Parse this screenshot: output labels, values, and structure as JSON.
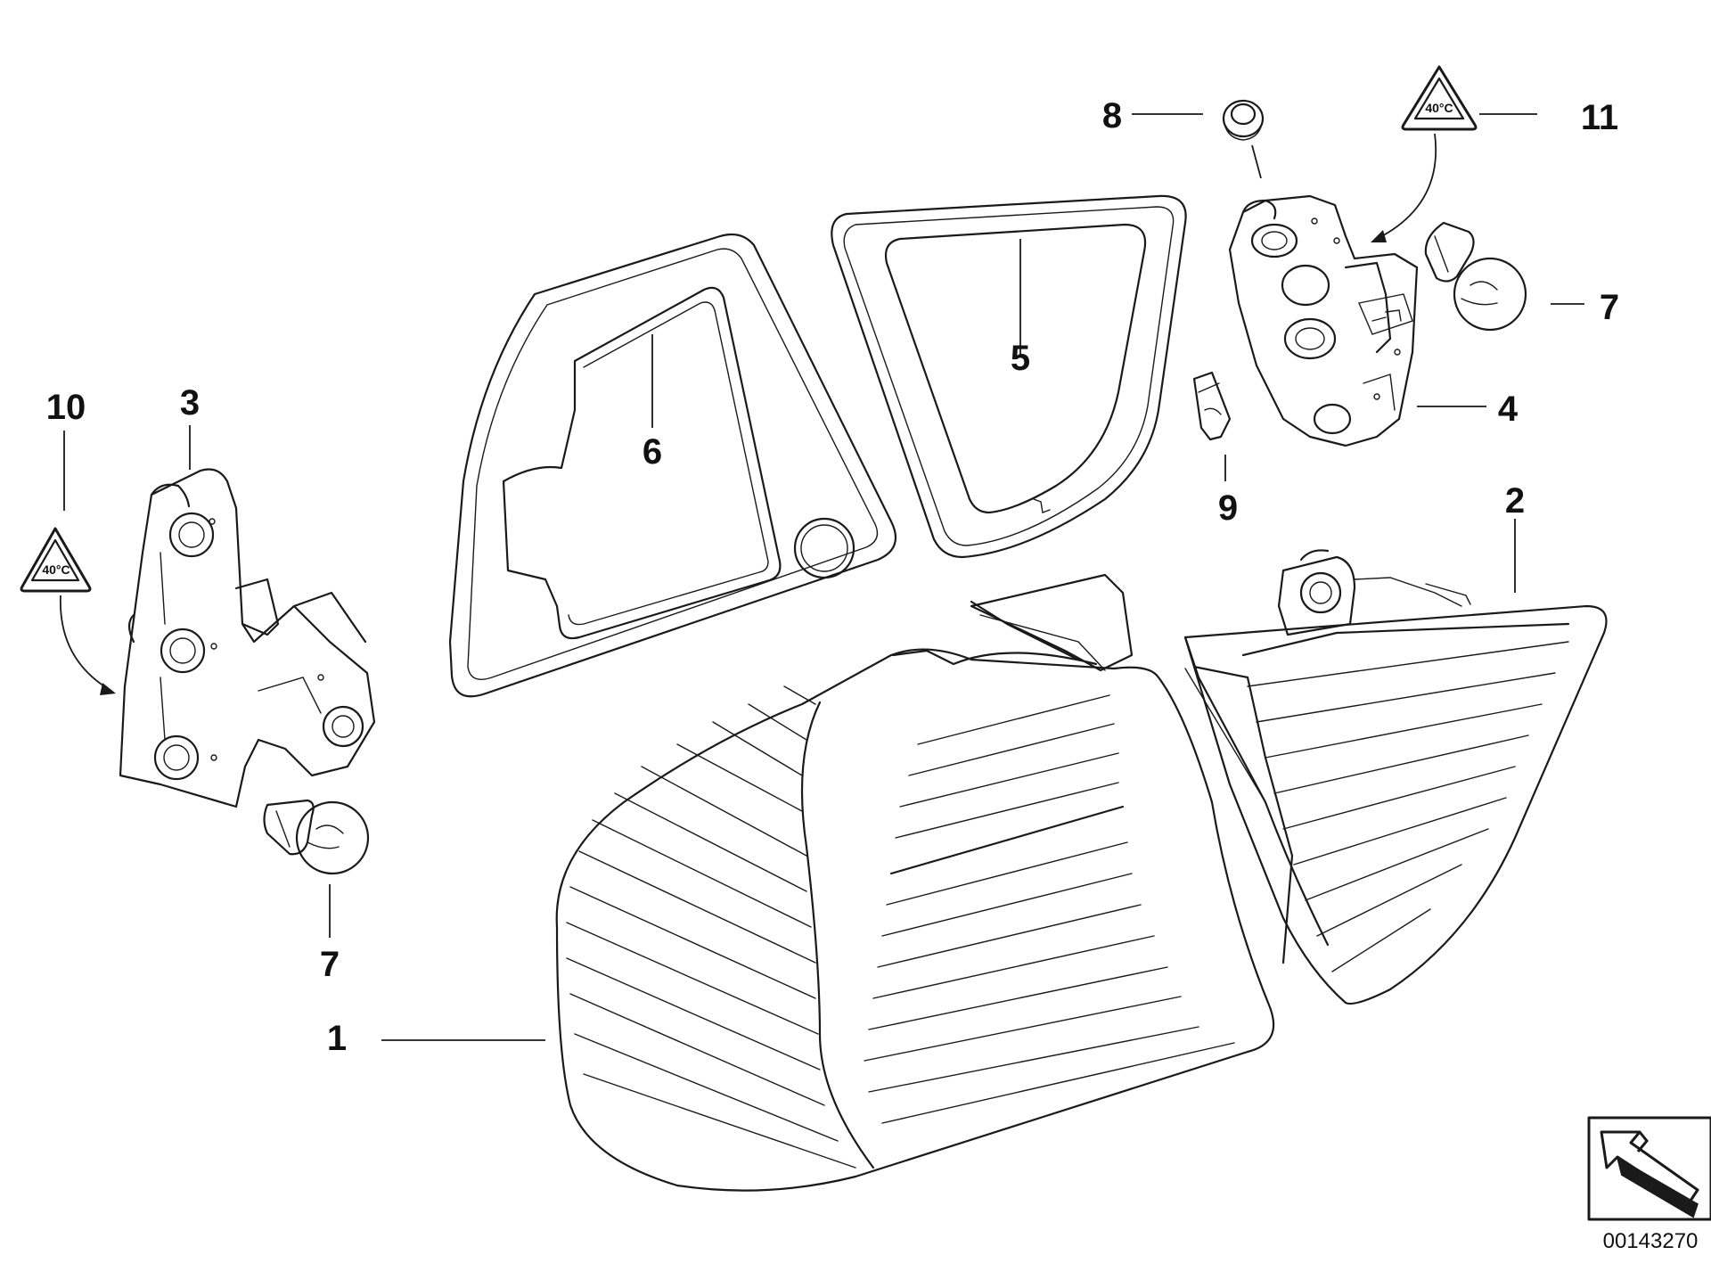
{
  "diagram": {
    "callouts": [
      {
        "id": "c1",
        "label": "1"
      },
      {
        "id": "c2",
        "label": "2"
      },
      {
        "id": "c3",
        "label": "3"
      },
      {
        "id": "c4",
        "label": "4"
      },
      {
        "id": "c5",
        "label": "5"
      },
      {
        "id": "c6",
        "label": "6"
      },
      {
        "id": "c7a",
        "label": "7"
      },
      {
        "id": "c7b",
        "label": "7"
      },
      {
        "id": "c8",
        "label": "8"
      },
      {
        "id": "c9",
        "label": "9"
      },
      {
        "id": "c10",
        "label": "10"
      },
      {
        "id": "c11",
        "label": "11"
      }
    ],
    "warning_symbol_text": "40°C",
    "diagram_number": "00143270"
  }
}
